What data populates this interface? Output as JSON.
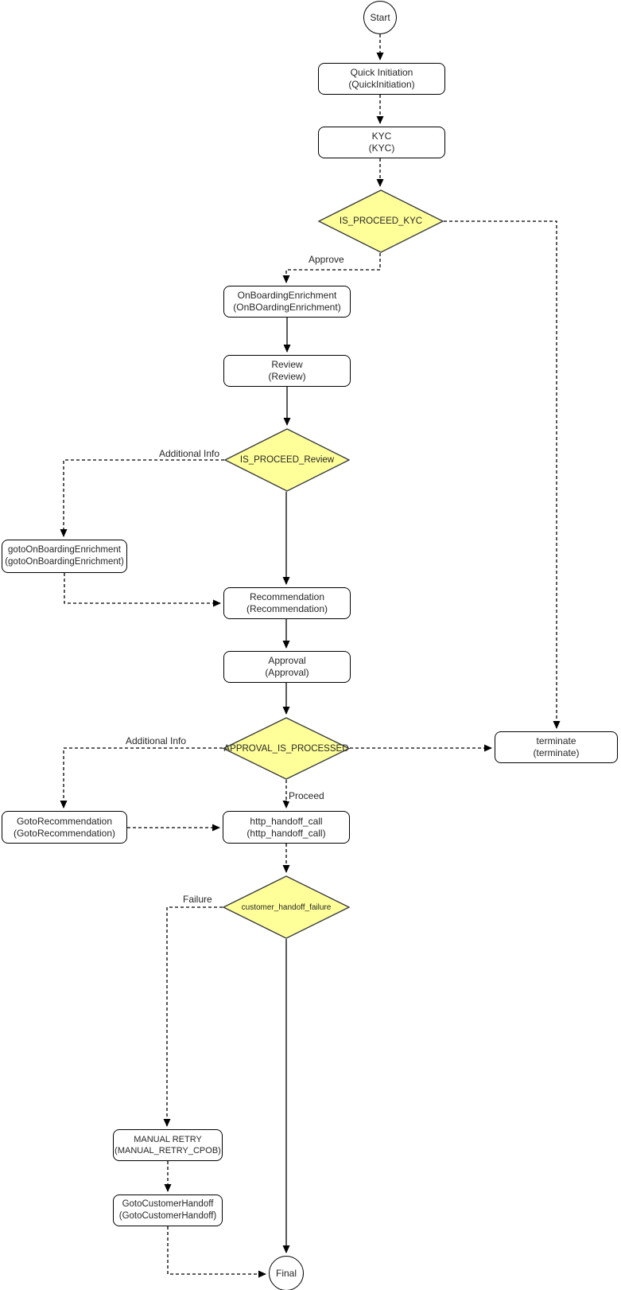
{
  "diagram": {
    "type": "flowchart",
    "background": "#ffffff",
    "decision_fill": "#ffff99",
    "decision_stroke": "#36393d",
    "node_stroke": "#000000",
    "nodes": {
      "start": {
        "label": "Start",
        "shape": "circle"
      },
      "quick_initiation": {
        "line1": "Quick Initiation",
        "line2": "(QuickInitiation)",
        "shape": "rect"
      },
      "kyc": {
        "line1": "KYC",
        "line2": "(KYC)",
        "shape": "rect"
      },
      "is_proceed_kyc": {
        "label": "IS_PROCEED_KYC",
        "shape": "decision"
      },
      "onboarding_enrichment": {
        "line1": "OnBoardingEnrichment",
        "line2": "(OnBOardingEnrichment)",
        "shape": "rect"
      },
      "review": {
        "line1": "Review",
        "line2": "(Review)",
        "shape": "rect"
      },
      "is_proceed_review": {
        "label": "IS_PROCEED_Review",
        "shape": "decision"
      },
      "goto_onboarding_enrichment": {
        "line1": "gotoOnBoardingEnrichment",
        "line2": "(gotoOnBoardingEnrichment)",
        "shape": "rect"
      },
      "recommendation": {
        "line1": "Recommendation",
        "line2": "(Recommendation)",
        "shape": "rect"
      },
      "approval": {
        "line1": "Approval",
        "line2": "(Approval)",
        "shape": "rect"
      },
      "approval_is_processed": {
        "label": "APPROVAL_IS_PROCESSED",
        "shape": "decision"
      },
      "terminate": {
        "line1": "terminate",
        "line2": "(terminate)",
        "shape": "rect"
      },
      "goto_recommendation": {
        "line1": "GotoRecommendation",
        "line2": "(GotoRecommendation)",
        "shape": "rect"
      },
      "http_handoff_call": {
        "line1": "http_handoff_call",
        "line2": "(http_handoff_call)",
        "shape": "rect"
      },
      "customer_handoff_failure": {
        "label": "customer_handoff_failure",
        "shape": "decision"
      },
      "manual_retry": {
        "line1": "MANUAL RETRY",
        "line2": "(MANUAL_RETRY_CPOB)",
        "shape": "rect"
      },
      "goto_customer_handoff": {
        "line1": "GotoCustomerHandoff",
        "line2": "(GotoCustomerHandoff)",
        "shape": "rect"
      },
      "final": {
        "label": "Final",
        "shape": "circle"
      }
    },
    "edge_labels": {
      "approve": "Approve",
      "additional_info_review": "Additional Info",
      "additional_info_approval": "Additional Info",
      "proceed": "Proceed",
      "failure": "Failure"
    }
  }
}
